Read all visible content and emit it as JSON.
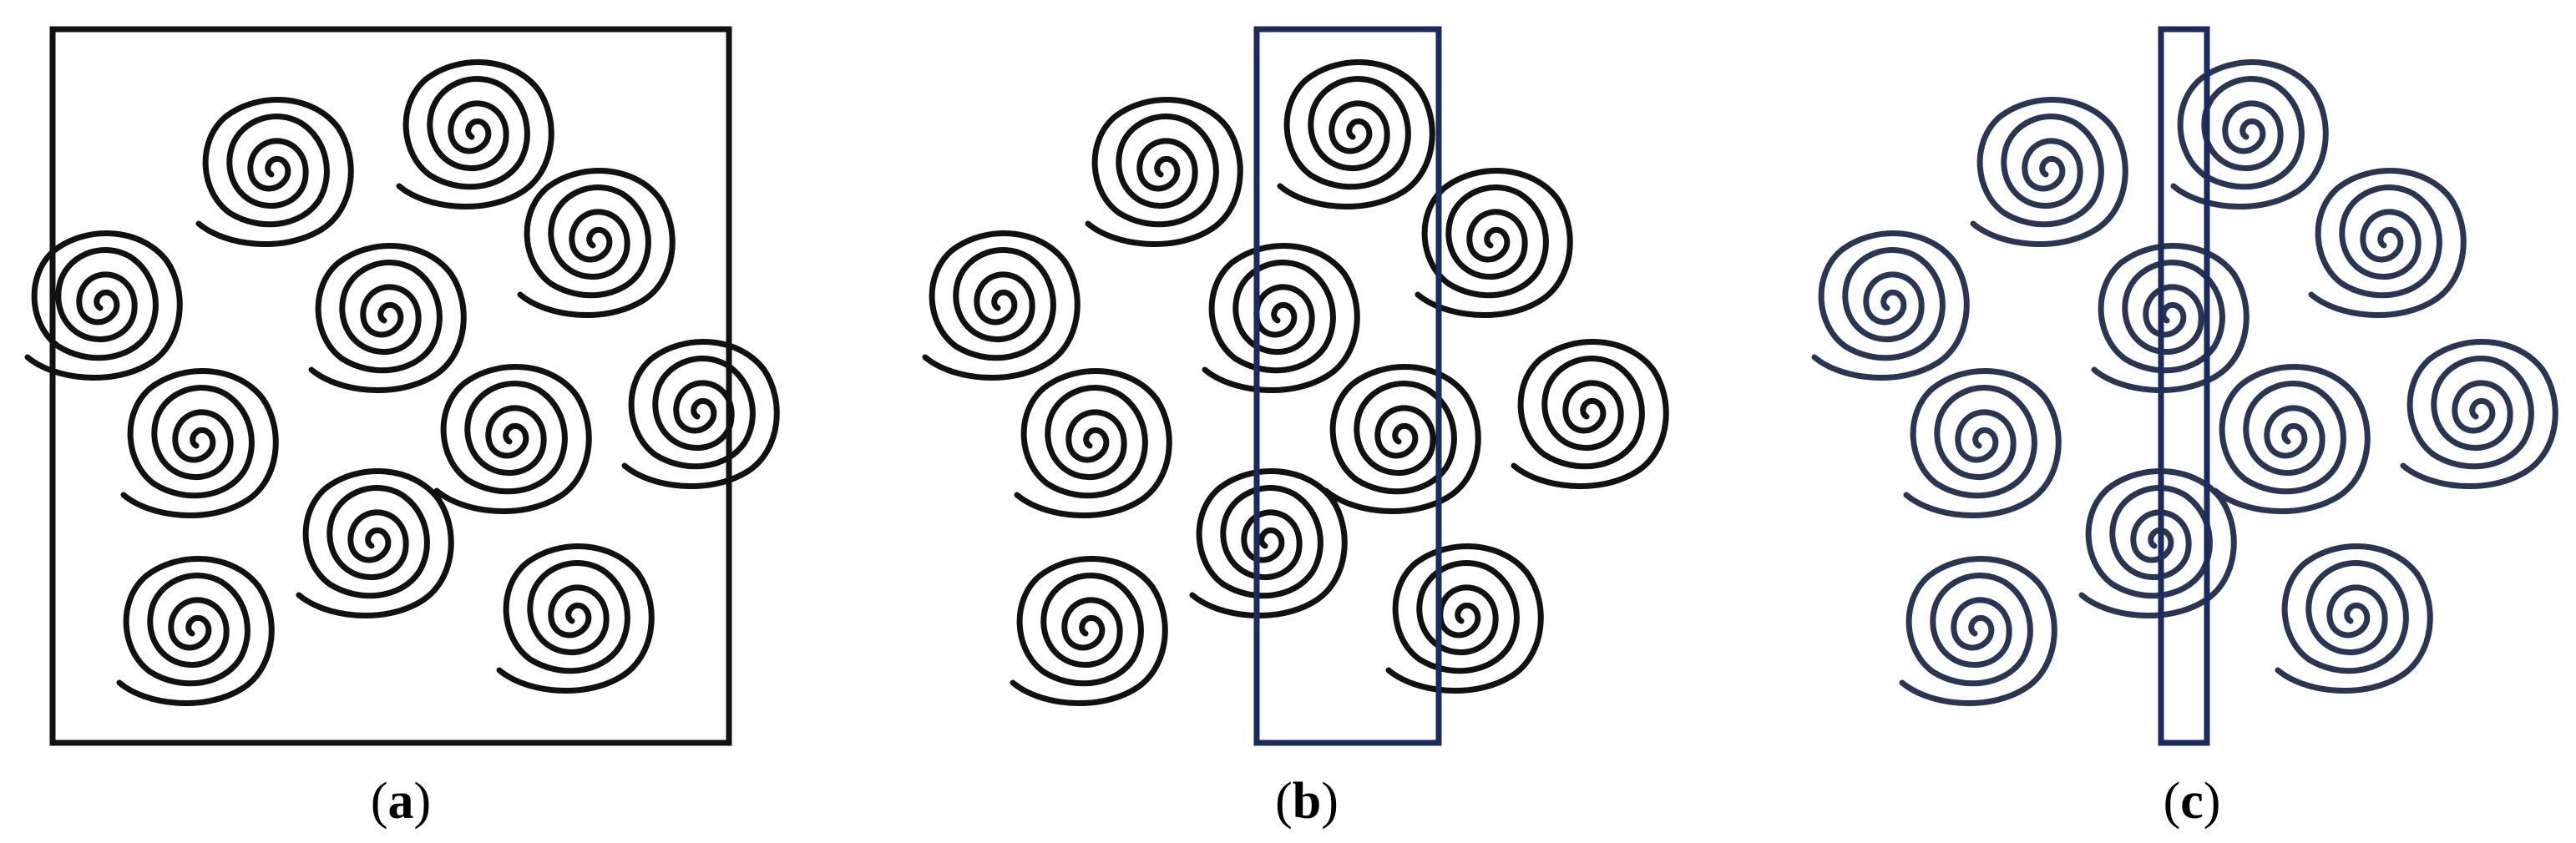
{
  "panels": [
    {
      "open": "(",
      "letter": "a",
      "close": ")",
      "spiral_color": "#111111",
      "frame_color": "#111111"
    },
    {
      "open": "(",
      "letter": "b",
      "close": ")",
      "spiral_color": "#111111",
      "frame_color": "#1b2a5e"
    },
    {
      "open": "(",
      "letter": "c",
      "close": ")",
      "spiral_color": "#2a3556",
      "frame_color": "#1b2a5e"
    }
  ]
}
